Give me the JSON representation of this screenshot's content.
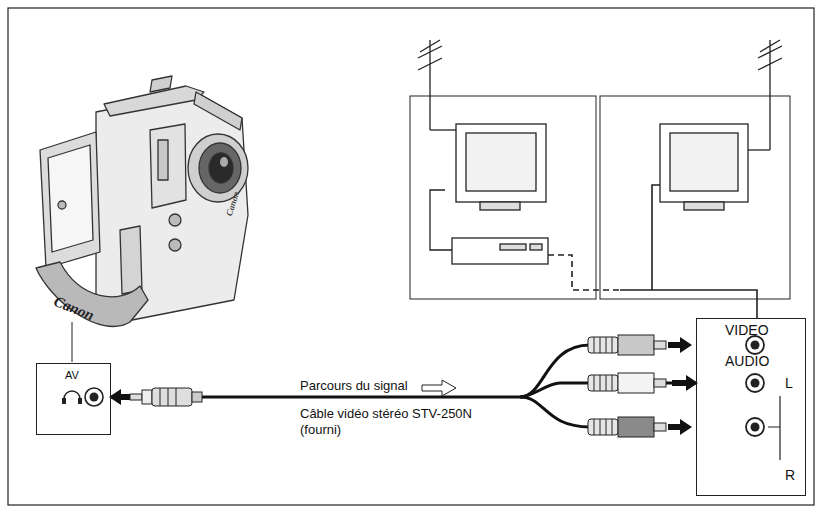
{
  "diagram": {
    "nodes": [
      {
        "text": [
          "AV"
        ]
      },
      {
        "text": [
          "VIDEO",
          "AUDIO",
          "L",
          "R"
        ]
      }
    ],
    "edges": [
      {
        "from": 0,
        "to": 1,
        "arrow": "both"
      }
    ],
    "labels": [
      "Canon",
      "Canon",
      "Parcours du signal",
      "Câble vidéo stéréo STV-250N (fourni)"
    ]
  }
}
